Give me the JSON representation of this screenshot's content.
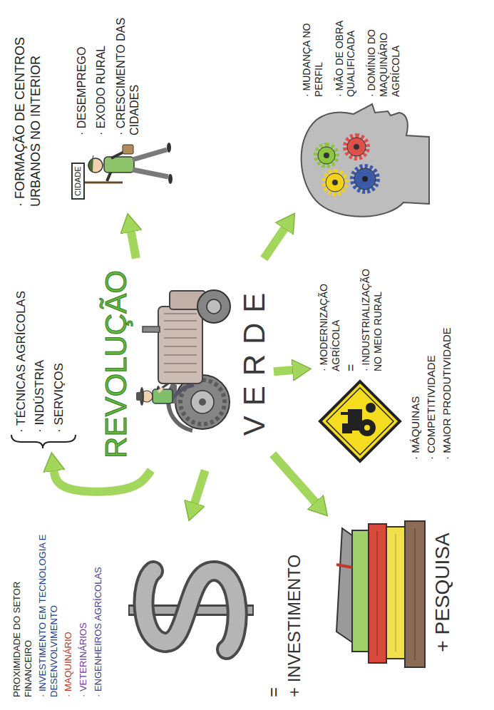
{
  "diagram": {
    "nodes": [
      {
        "text": [
          "REVOLUÇÃO",
          "VERDE"
        ]
      },
      {
        "text": [
          "· TÉCNICAS AGRÍCOLAS",
          "· INDÚSTRIA",
          "· SERVIÇOS"
        ]
      },
      {
        "text": [
          "· FORMAÇÃO DE CENTROS URBANOS NO INTERIOR",
          "· DESEMPREGO",
          "· EXODO RURAL",
          "· CRESCIMENTO DAS CIDADES"
        ]
      },
      {
        "text": [
          "· MUDANÇA NO PERFIL",
          "· MÃO DE OBRA QUALIFICADA",
          "· DOMÍNIO DO MAQUINÁRIO AGRÍCOLA"
        ]
      },
      {
        "text": [
          "· MODERNIZAÇÃO AGRÍCOLA",
          "=",
          "· INDUSTRIALIZAÇÃO NO MEIO RURAL",
          "· MÁQUINAS",
          "· COMPETITIVIDADE",
          "· MAIOR PRODUTIVIDADE"
        ]
      },
      {
        "text": [
          "+ PESQUISA"
        ]
      },
      {
        "text": [
          "PROXIMIDADE DO SETOR FINANCEIRO",
          "· INVESTIMENTO EM TECNOLOGIA E DESENVOLVIMENTO",
          "· MAQUINÁRIO",
          "· VETERINÁRIOS",
          "· ENGENHEIROS AGRÍCOLAS",
          "=",
          "+ INVESTIMENTO"
        ]
      }
    ],
    "edges": [
      {
        "from": 0,
        "to": 1,
        "arrow": "to"
      },
      {
        "from": 0,
        "to": 2,
        "arrow": "to"
      },
      {
        "from": 0,
        "to": 3,
        "arrow": "to"
      },
      {
        "from": 0,
        "to": 4,
        "arrow": "to"
      },
      {
        "from": 0,
        "to": 5,
        "arrow": "to"
      },
      {
        "from": 0,
        "to": 6,
        "arrow": "to"
      }
    ],
    "labels": [
      "CIDADE"
    ]
  }
}
